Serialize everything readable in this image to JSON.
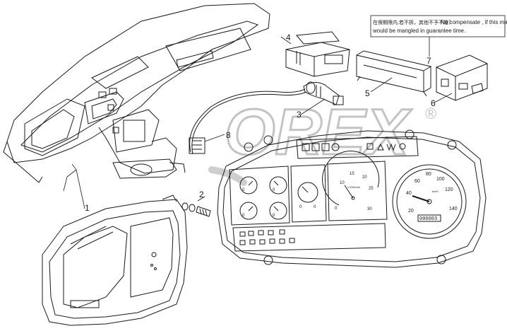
{
  "callouts": [
    "1",
    "2",
    "3",
    "4",
    "5",
    "6",
    "7",
    "8"
  ],
  "note": {
    "line1_cn": "在保期限内,若不拆，其他不予不赔？",
    "line1_en": "No compensate , if this mark",
    "line2": "would be mangled in guarantee time."
  },
  "watermark": {
    "text": "OREX",
    "reg": "®",
    "color": "#c9c9c9"
  },
  "cluster": {
    "speed_ticks": [
      "20",
      "40",
      "60",
      "80",
      "100",
      "120",
      "140"
    ],
    "speed_unit": "km/h",
    "odometer": "000003",
    "tach_ticks": [
      "10",
      "15",
      "20",
      "25",
      "30"
    ],
    "tach_unit": "×100r/min",
    "tach_left": "0",
    "fuel_gauge_ticks": [
      "0",
      "0"
    ],
    "left_gauge_marks": [
      "0",
      "0",
      "0",
      "0"
    ]
  },
  "colors": {
    "line": "#1a1a1a",
    "background": "#ffffff"
  }
}
